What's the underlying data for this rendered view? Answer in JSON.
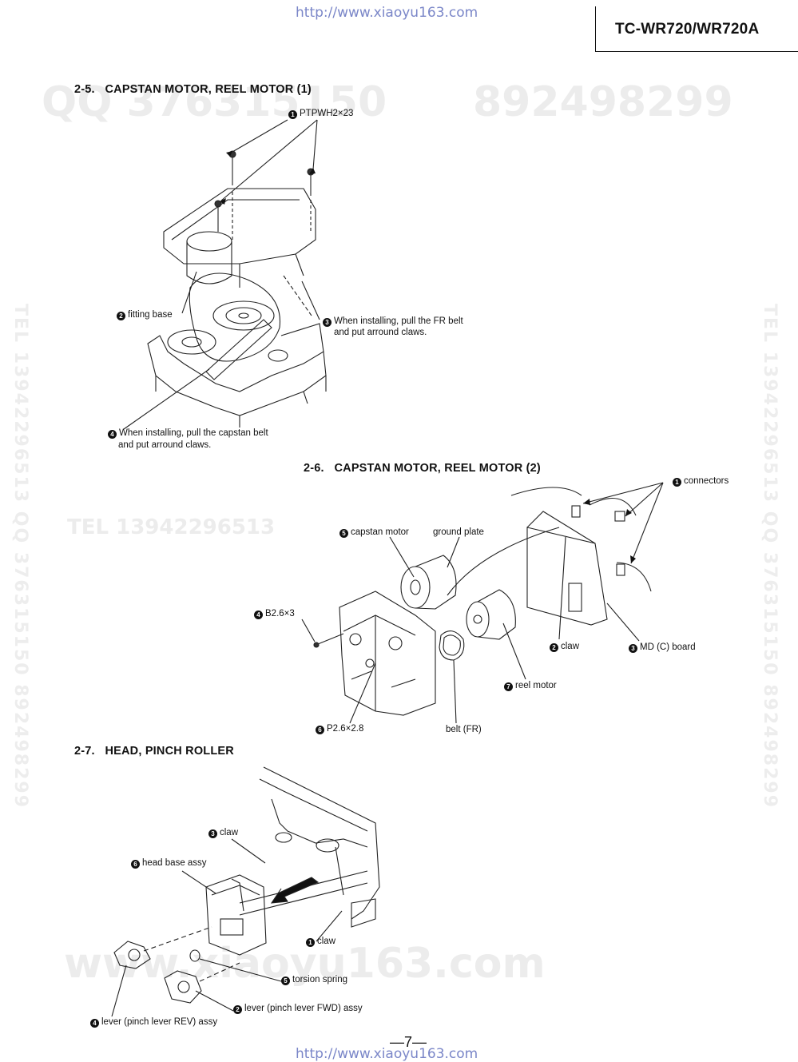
{
  "header": {
    "url": "http://www.xiaoyu163.com",
    "model": "TC-WR720/WR720A"
  },
  "watermarks": {
    "qq": "QQ 376315150",
    "tel_phone": "892498299",
    "tel": "TEL 13942296513",
    "site": "www.xiaoyu163.com",
    "side_text": "TEL 13942296513 QQ 376315150 892498299"
  },
  "sections": [
    {
      "heading": "2-5.   CAPSTAN MOTOR, REEL MOTOR (1)",
      "labels": [
        {
          "num": "1",
          "text": "PTPWH2×23"
        },
        {
          "num": "2",
          "text": "fitting base"
        },
        {
          "num": "3",
          "text": "When installing, pull the FR belt"
        },
        {
          "num": "",
          "text": "and put arround claws."
        },
        {
          "num": "4",
          "text": "When installing, pull the capstan belt"
        },
        {
          "num": "",
          "text": "and put arround claws."
        }
      ]
    },
    {
      "heading": "2-6.   CAPSTAN MOTOR, REEL MOTOR (2)",
      "labels": [
        {
          "num": "1",
          "text": "connectors"
        },
        {
          "num": "5",
          "text": "capstan motor"
        },
        {
          "num": "",
          "text": "ground plate"
        },
        {
          "num": "4",
          "text": "B2.6×3"
        },
        {
          "num": "2",
          "text": "claw"
        },
        {
          "num": "3",
          "text": "MD (C) board"
        },
        {
          "num": "7",
          "text": "reel motor"
        },
        {
          "num": "6",
          "text": "P2.6×2.8"
        },
        {
          "num": "",
          "text": "belt (FR)"
        }
      ]
    },
    {
      "heading": "2-7.   HEAD, PINCH ROLLER",
      "labels": [
        {
          "num": "3",
          "text": "claw"
        },
        {
          "num": "6",
          "text": "head base assy"
        },
        {
          "num": "1",
          "text": "claw"
        },
        {
          "num": "5",
          "text": "torsion spring"
        },
        {
          "num": "2",
          "text": "lever (pinch lever FWD) assy"
        },
        {
          "num": "4",
          "text": "lever (pinch lever REV) assy"
        }
      ]
    }
  ],
  "footer": {
    "page_number": "—7—",
    "url": "http://www.xiaoyu163.com"
  }
}
